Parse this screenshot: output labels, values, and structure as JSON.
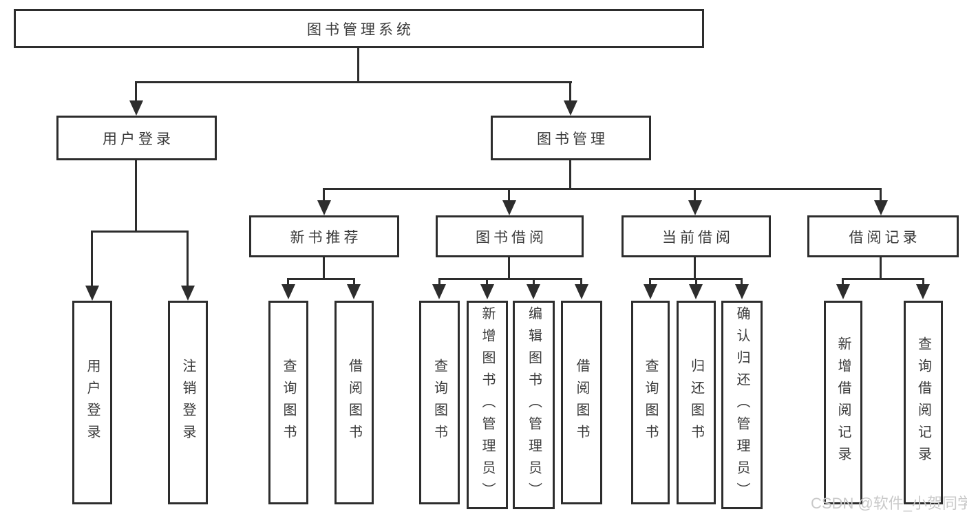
{
  "diagram_title": "图书管理系统",
  "watermark": "CSDN @软件_小贺同学",
  "colors": {
    "line": "#2d2d2d",
    "node_border": "#2d2d2d",
    "text": "#3a3a3a",
    "background": "#ffffff",
    "watermark": "#c9c9c9"
  },
  "tree": {
    "label": "图书管理系统",
    "children": [
      {
        "label": "用户登录",
        "children": [
          {
            "label": "用户登录"
          },
          {
            "label": "注销登录"
          }
        ]
      },
      {
        "label": "图书管理",
        "children": [
          {
            "label": "新书推荐",
            "children": [
              {
                "label": "查询图书"
              },
              {
                "label": "借阅图书"
              }
            ]
          },
          {
            "label": "图书借阅",
            "children": [
              {
                "label": "查询图书"
              },
              {
                "label": "新增图书（管理员）"
              },
              {
                "label": "编辑图书（管理员）"
              },
              {
                "label": "借阅图书"
              }
            ]
          },
          {
            "label": "当前借阅",
            "children": [
              {
                "label": "查询图书"
              },
              {
                "label": "归还图书"
              },
              {
                "label": "确认归还（管理员）"
              }
            ]
          },
          {
            "label": "借阅记录",
            "children": [
              {
                "label": "新增借阅记录"
              },
              {
                "label": "查询借阅记录"
              }
            ]
          }
        ]
      }
    ]
  }
}
